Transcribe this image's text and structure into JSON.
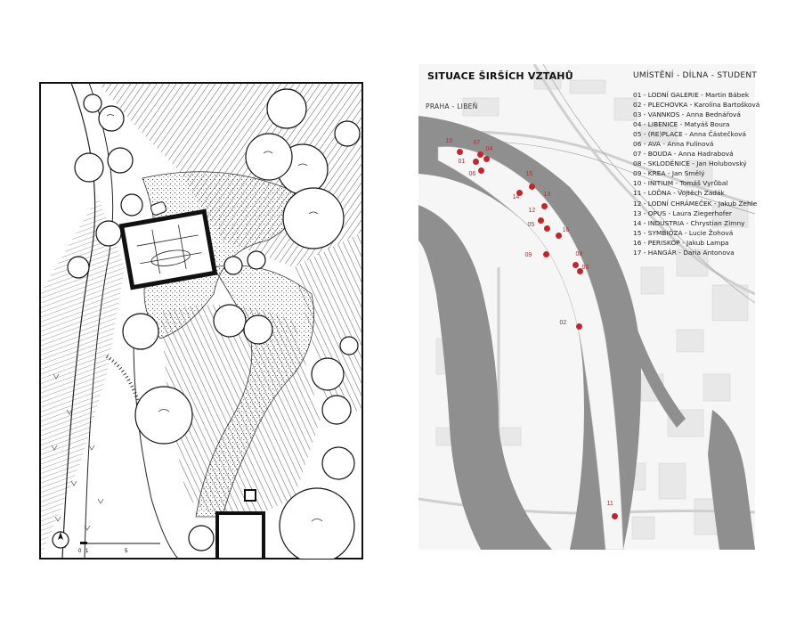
{
  "site_plan": {
    "scale_labels": [
      "0",
      "1",
      "5"
    ]
  },
  "map": {
    "title": "SITUACE ŠIRŠÍCH VZTAHŮ",
    "legend_title": "UMÍSTĚNÍ - DÍLNA - STUDENT",
    "area_label": "PRAHA - LIBEŇ",
    "legend": [
      "01 - LODNÍ GALERIE - Martin Bábek",
      "02 - PLECHOVKA - Karolína Bartošková",
      "03 - VANNKOS - Anna Bednářová",
      "04 - LIBENICE - Matyáš Boura",
      "05 - (RE)PLACE - Anna Částečková",
      "06 - AVA - Anna Fulínová",
      "07 - BOUDA - Anna Hadrabová",
      "08 - SKLODĚNICE - Jan Holubovský",
      "09 - KREA - Jan Smělý",
      "10 - INITIUM - Tomáš Vyrůbal",
      "11 - LOĎNA - Vojtěch Zadák",
      "12 - LODNÍ CHRÁMEČEK - Jakub Zehle",
      "13 - OPUS - Laura Ziegerhofer",
      "14 - INDUSTRIA - Chrystian Zimny",
      "15 - SYMBIÓZA - Lucie Žohová",
      "16 - PERISKOP - Jakub Lampa",
      "17 - HANGÁR - Daria Antonova"
    ],
    "markers": [
      {
        "label": "10"
      },
      {
        "label": "07"
      },
      {
        "label": "04"
      },
      {
        "label": "01"
      },
      {
        "label": "06"
      },
      {
        "label": "15"
      },
      {
        "label": "14"
      },
      {
        "label": "13"
      },
      {
        "label": "12"
      },
      {
        "label": "05"
      },
      {
        "label": "16"
      },
      {
        "label": "09"
      },
      {
        "label": "08"
      },
      {
        "label": "03"
      },
      {
        "label": "02"
      },
      {
        "label": "11"
      }
    ],
    "marker_color": "#c0272d"
  }
}
